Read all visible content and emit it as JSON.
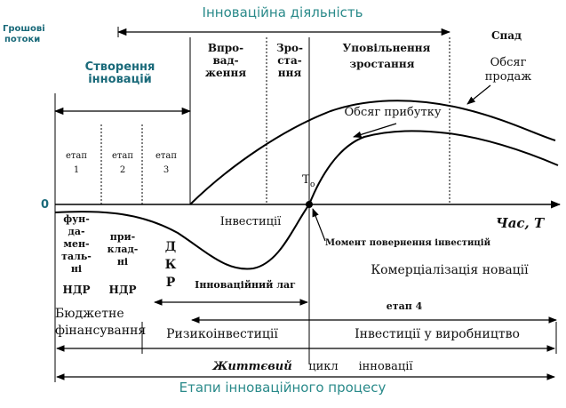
{
  "title": "Інноваційна діяльність",
  "bottom_title": "Етапи інноваційного процесу",
  "y_axis_label_1": "Грошові",
  "y_axis_label_2": "потоки",
  "zero_label": "0",
  "x_axis_label": "Час, Т",
  "creation_1": "Створення",
  "creation_2": "інновацій",
  "phases": {
    "vprov_1": "Впро-",
    "vprov_2": "вад-",
    "vprov_3": "ження",
    "zrost_1": "Зро-",
    "zrost_2": "ста-",
    "zrost_3": "ння",
    "upov_1": "Уповільнення",
    "upov_2": "зростання",
    "spad": "Спад"
  },
  "sales_1": "Обсяг",
  "sales_2": "продаж",
  "profit": "Обсяг прибутку",
  "t0": "Т",
  "t0_sub": "о",
  "stages": {
    "s1_a": "етап",
    "s1_b": "1",
    "s2_a": "етап",
    "s2_b": "2",
    "s3_a": "етап",
    "s3_b": "3",
    "s4": "етап 4"
  },
  "fund": [
    "фун-",
    "да-",
    "мен-",
    "таль-",
    "ні",
    "НДР"
  ],
  "appl": [
    "при-",
    "клад-",
    "ні",
    "НДР"
  ],
  "dkr": [
    "Д",
    "К",
    "Р"
  ],
  "investments": "Інвестиції",
  "payback": "Момент повернення інвестицій",
  "lag": "Інноваційний лаг",
  "commercial": "Комерціалізація новації",
  "budget_1": "Бюджетне",
  "budget_2": "фінансування",
  "risk": "Ризикоінвестиції",
  "production": "Інвестиції у виробництво",
  "lifecycle_1": "Життєвий",
  "lifecycle_2": "цикл",
  "lifecycle_3": "інновації"
}
